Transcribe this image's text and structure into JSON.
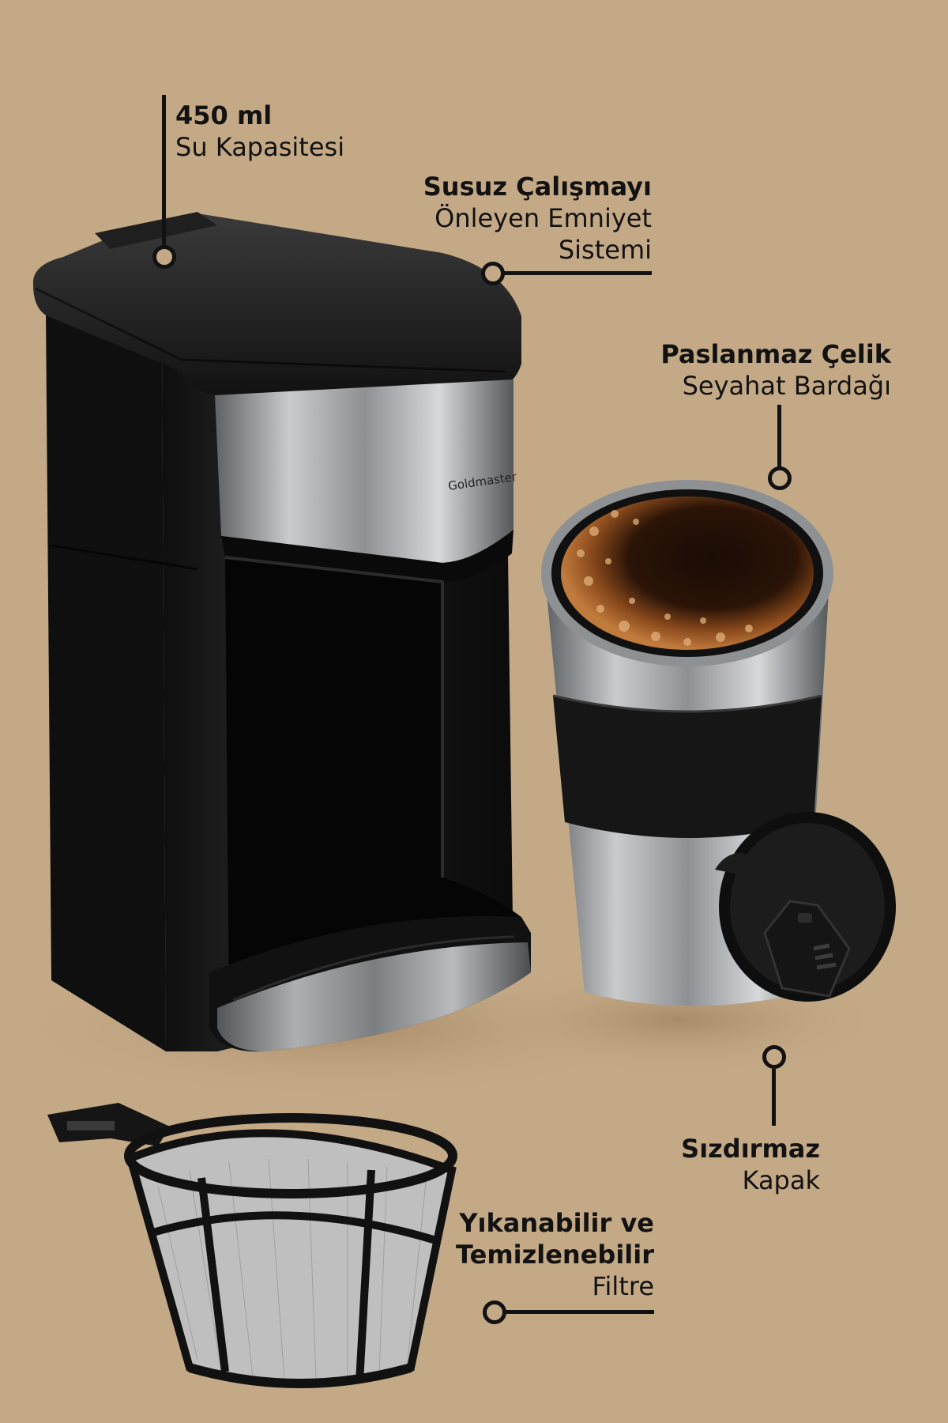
{
  "brand": {
    "name": "Goldmaster"
  },
  "colors": {
    "background": "#c4a987",
    "text": "#121212",
    "machine_body": "#151515",
    "steel": "#9ea1a4",
    "coffee": "#5a2e10"
  },
  "callouts": {
    "capacity": {
      "bold": "450 ml",
      "light": "Su Kapasitesi"
    },
    "safety": {
      "bold": "Susuz Çalışmayı",
      "light1": "Önleyen Emniyet",
      "light2": "Sistemi"
    },
    "cup": {
      "bold": "Paslanmaz Çelik",
      "light": "Seyahat Bardağı"
    },
    "lid": {
      "bold": "Sızdırmaz",
      "light": "Kapak"
    },
    "filter": {
      "bold1": "Yıkanabilir ve",
      "bold2": "Temizlenebilir",
      "light": "Filtre"
    }
  },
  "icons": {
    "marker": "pointer-dot-icon"
  }
}
